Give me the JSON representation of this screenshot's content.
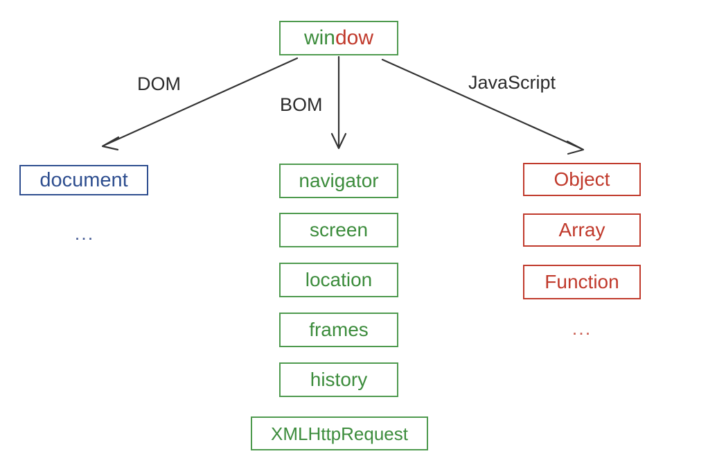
{
  "diagram": {
    "title": "window object model",
    "colors": {
      "green": "#3c8c3c",
      "green_border": "#4e9a4e",
      "blue": "#2e4e8f",
      "blue_light": "#4a5f96",
      "red": "#c0392b",
      "red_light": "#cc6055",
      "arrow": "#333333",
      "background": "#ffffff"
    },
    "root": {
      "label": "window",
      "label_part_green": "win",
      "label_part_red": "dow"
    },
    "edges": [
      {
        "label": "DOM",
        "direction": "down-left",
        "target": "document"
      },
      {
        "label": "BOM",
        "direction": "down",
        "target": "navigator"
      },
      {
        "label": "JavaScript",
        "direction": "down-right",
        "target": "Object"
      }
    ],
    "branches": [
      {
        "name": "dom",
        "edge_label": "DOM",
        "color": "#2e4e8f",
        "nodes": [
          {
            "label": "document"
          }
        ],
        "ellipsis": "..."
      },
      {
        "name": "bom",
        "edge_label": "BOM",
        "color": "#3c8c3c",
        "nodes": [
          {
            "label": "navigator"
          },
          {
            "label": "screen"
          },
          {
            "label": "location"
          },
          {
            "label": "frames"
          },
          {
            "label": "history"
          },
          {
            "label": "XMLHttpRequest"
          }
        ],
        "ellipsis": ""
      },
      {
        "name": "javascript",
        "edge_label": "JavaScript",
        "color": "#c0392b",
        "nodes": [
          {
            "label": "Object"
          },
          {
            "label": "Array"
          },
          {
            "label": "Function"
          }
        ],
        "ellipsis": "..."
      }
    ]
  }
}
